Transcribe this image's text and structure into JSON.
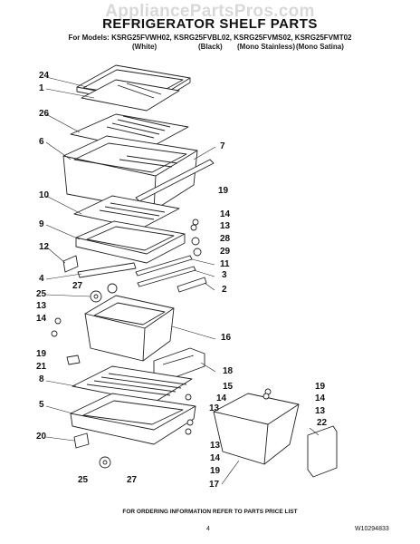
{
  "header": {
    "watermark": "AppliancePartsPros.com",
    "title": "REFRIGERATOR SHELF PARTS",
    "models_line": "For Models: KSRG25FVWH02, KSRG25FVBL02, KSRG25FVMS02, KSRG25FVMT02",
    "variants": [
      "(White)",
      "(Black)",
      "(Mono Stainless)",
      "(Mono Satina)"
    ]
  },
  "callouts": {
    "c24": "24",
    "c1": "1",
    "c26": "26",
    "c6": "6",
    "c7": "7",
    "c10": "10",
    "c19a": "19",
    "c14a": "14",
    "c13a": "13",
    "c28": "28",
    "c29": "29",
    "c9": "9",
    "c12": "12",
    "c11": "11",
    "c4": "4",
    "c3": "3",
    "c2": "2",
    "c27a": "27",
    "c25a": "25",
    "c13b": "13",
    "c14b": "14",
    "c16": "16",
    "c19b": "19",
    "c21": "21",
    "c18": "18",
    "c8": "8",
    "c15": "15",
    "c14c": "14",
    "c13c": "13",
    "c19c": "19",
    "c14d": "14",
    "c13d": "13",
    "c5": "5",
    "c22": "22",
    "c20": "20",
    "c13e": "13",
    "c14e": "14",
    "c19d": "19",
    "c25b": "25",
    "c27b": "27",
    "c17": "17"
  },
  "footer": {
    "note": "FOR ORDERING INFORMATION REFER TO PARTS PRICE LIST",
    "page": "4",
    "doc_number": "W10294833"
  }
}
